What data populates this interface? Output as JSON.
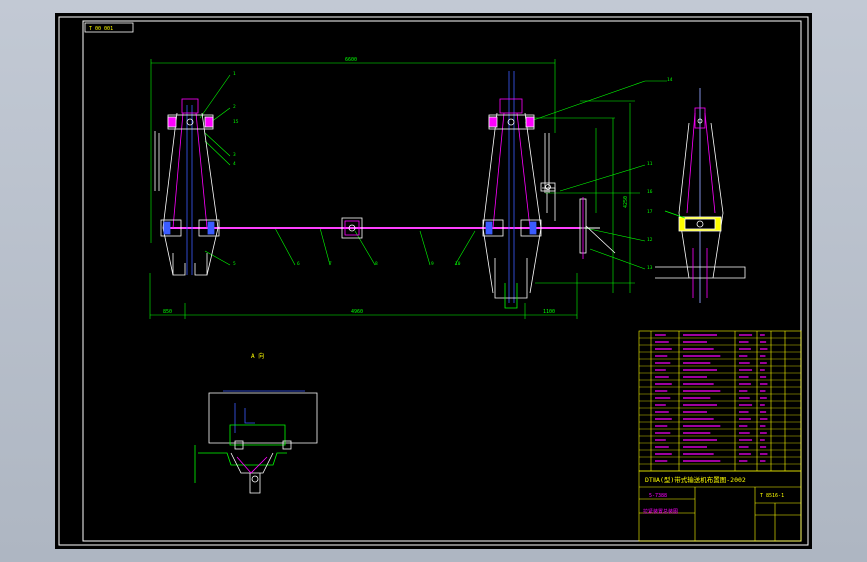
{
  "drawing": {
    "corner_label": "T 00 001",
    "view_a_label": "A 向",
    "dimensions": {
      "top_overall": "6600",
      "bottom_left": "850",
      "bottom_middle": "4960",
      "bottom_right": "1100",
      "right_vertical": "4250"
    },
    "part_callouts": [
      "1",
      "2",
      "3",
      "4",
      "5",
      "6",
      "7",
      "8",
      "9",
      "10",
      "11",
      "12",
      "13",
      "14",
      "15",
      "16",
      "17"
    ],
    "title_block": {
      "main_title": "DTⅡA(型)带式输送机布置图-2002",
      "drawing_no": "5-7388",
      "sheet_label": "拉紧装置总装图",
      "code": "T 8516-1"
    }
  },
  "colors": {
    "viewport_bg": "#000000",
    "frame": "#ffffff",
    "main_lines": "#ffffff",
    "dimensions": "#00ff00",
    "table": "#ffff00",
    "accent_magenta": "#ff00ff",
    "accent_blue": "#3b5cff",
    "hatch_yellow": "#ffff00"
  }
}
